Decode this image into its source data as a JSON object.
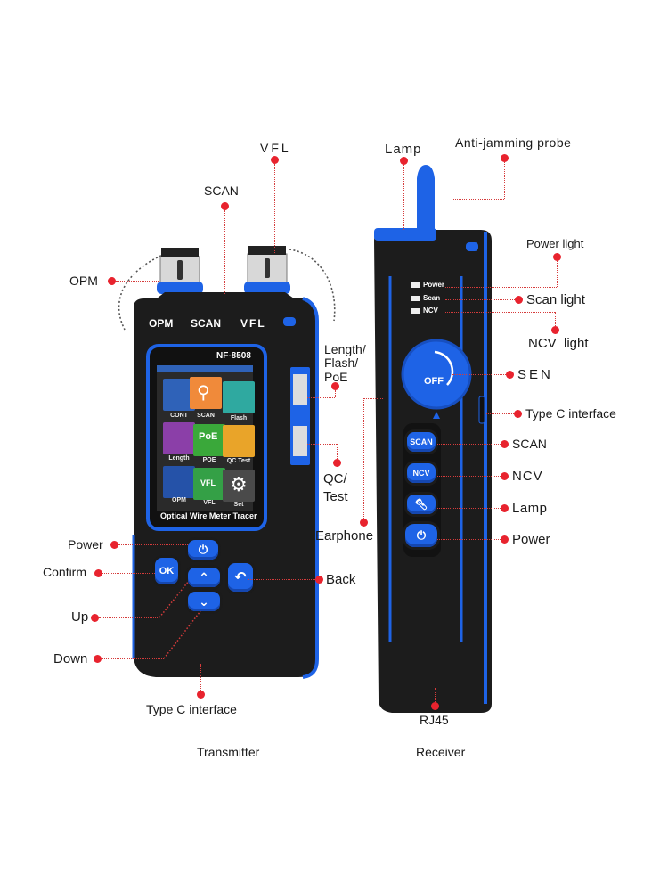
{
  "transmitter": {
    "caption": "Transmitter",
    "model": "NF-8508",
    "top_labels": [
      "OPM",
      "SCAN",
      "VFL"
    ],
    "screen_title": "Optical Wire Meter Tracer",
    "screen_apps": [
      {
        "label": "CONT",
        "color": "#2f62b8"
      },
      {
        "label": "SCAN",
        "color": "#f08a3a"
      },
      {
        "label": "Flash",
        "color": "#2fa9a0"
      },
      {
        "label": "Length",
        "color": "#8b3fa8"
      },
      {
        "label": "POE",
        "color": "#3aa83a",
        "icon_text": "PoE"
      },
      {
        "label": "QC Test",
        "color": "#e9a429"
      },
      {
        "label": "OPM",
        "color": "#2552a8"
      },
      {
        "label": "VFL",
        "color": "#34a046",
        "icon_text": "VFL"
      },
      {
        "label": "Set",
        "color": "#4a4a4a"
      }
    ],
    "buttons": {
      "ok": "OK"
    },
    "callouts": {
      "vfl": "VFL",
      "scan": "SCAN",
      "opm": "OPM",
      "length_flash_poe": "Length/\nFlash/\nPoE",
      "qc_test": "QC/\nTest",
      "earphone": "Earphone",
      "power": "Power",
      "confirm": "Confirm",
      "back": "Back",
      "up": "Up",
      "down": "Down",
      "type_c": "Type C interface"
    }
  },
  "receiver": {
    "caption": "Receiver",
    "indicator_labels": [
      "Power",
      "Scan",
      "NCV"
    ],
    "dial_label": "OFF",
    "buttons": {
      "scan": "SCAN",
      "ncv": "NCV"
    },
    "callouts": {
      "lamp_top": "Lamp",
      "probe": "Anti-jamming probe",
      "power_light": "Power light",
      "scan_light": "Scan light",
      "ncv_light": "NCV  light",
      "sen": "SEN",
      "type_c": "Type C interface",
      "scan": "SCAN",
      "ncv": "NCV",
      "lamp": "Lamp",
      "power": "Power",
      "rj45": "RJ45"
    }
  },
  "colors": {
    "accent_blue": "#1e63e6",
    "body": "#1c1c1c",
    "callout_red": "#e8232e"
  }
}
